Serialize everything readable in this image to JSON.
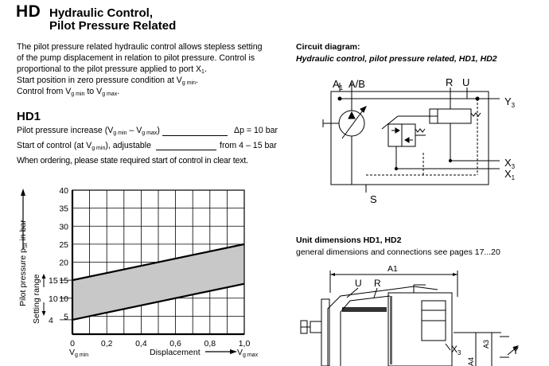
{
  "header": {
    "code": "HD",
    "title_line1": "Hydraulic Control,",
    "title_line2": "Pilot Pressure Related"
  },
  "intro": {
    "line1": "The pilot pressure related hydraulic control allows stepless setting",
    "line2": "of the pump displacement in relation to pilot pressure. Control is",
    "line3": "proportional  to the pilot pressure applied to port X",
    "line3_sub": "1",
    "line3_end": ".",
    "line4": "Start position in zero pressure condition at V",
    "line4_sub": "g min",
    "line4_end": ".",
    "line5_a": "Control from V",
    "line5_sub1": "g min",
    "line5_b": " to V",
    "line5_sub2": "g max",
    "line5_end": "."
  },
  "hd1": {
    "heading": "HD1",
    "spec1_a": "Pilot pressure increase (V",
    "spec1_sub1": "g min",
    "spec1_b": " – V",
    "spec1_sub2": "g max",
    "spec1_c": ")",
    "spec1_value": "Δp = 10 bar",
    "spec2_a": "Start of control (at V",
    "spec2_sub": "g min",
    "spec2_b": "), adjustable",
    "spec2_value": "from 4 – 15 bar",
    "ordering_note": "When ordering, please state required start of control in clear text."
  },
  "chart_data": {
    "type": "area",
    "ylabel": "Pilot pressure p",
    "ylabel_sub": "St",
    "ylabel_unit": " in bar",
    "setting_range_label": "Setting range",
    "xlabel": "Displacement",
    "x_left_label": "V",
    "x_left_sub": "g min",
    "x_right_label": "V",
    "x_right_sub": "g max",
    "xlim": [
      0,
      1.0
    ],
    "ylim": [
      0,
      40
    ],
    "x_ticks": [
      "0",
      "0,2",
      "0,4",
      "0,6",
      "0,8",
      "1,0"
    ],
    "y_ticks": [
      "40",
      "35",
      "30",
      "25",
      "20",
      "15",
      "10",
      "5"
    ],
    "extra_y_labels": [
      "15",
      "10",
      "4"
    ],
    "grid": true,
    "series": [
      {
        "x": [
          0,
          1.0
        ],
        "y": [
          15,
          25
        ]
      },
      {
        "x": [
          0,
          1.0
        ],
        "y": [
          4,
          14
        ]
      }
    ],
    "band_color": "#c8c8c8"
  },
  "circuit": {
    "heading": "Circuit diagram:",
    "subheading": "Hydraulic control, pilot pressure related, HD1, HD2",
    "labels": {
      "a1": "A",
      "a1_sub": "1",
      "ab": "A/B",
      "r": "R",
      "u": "U",
      "y3": "Y",
      "y3_sub": "3",
      "x3": "X",
      "x3_sub": "3",
      "x1": "X",
      "x1_sub": "1",
      "s": "S"
    }
  },
  "unit_dims": {
    "heading": "Unit dimensions HD1, HD2",
    "subheading": "general dimensions and connections see pages 17...20",
    "labels": {
      "a1": "A1",
      "u": "U",
      "r": "R",
      "x3": "X",
      "x3_sub": "3",
      "y": "Y",
      "a4": "A4",
      "a3": "A3"
    }
  }
}
